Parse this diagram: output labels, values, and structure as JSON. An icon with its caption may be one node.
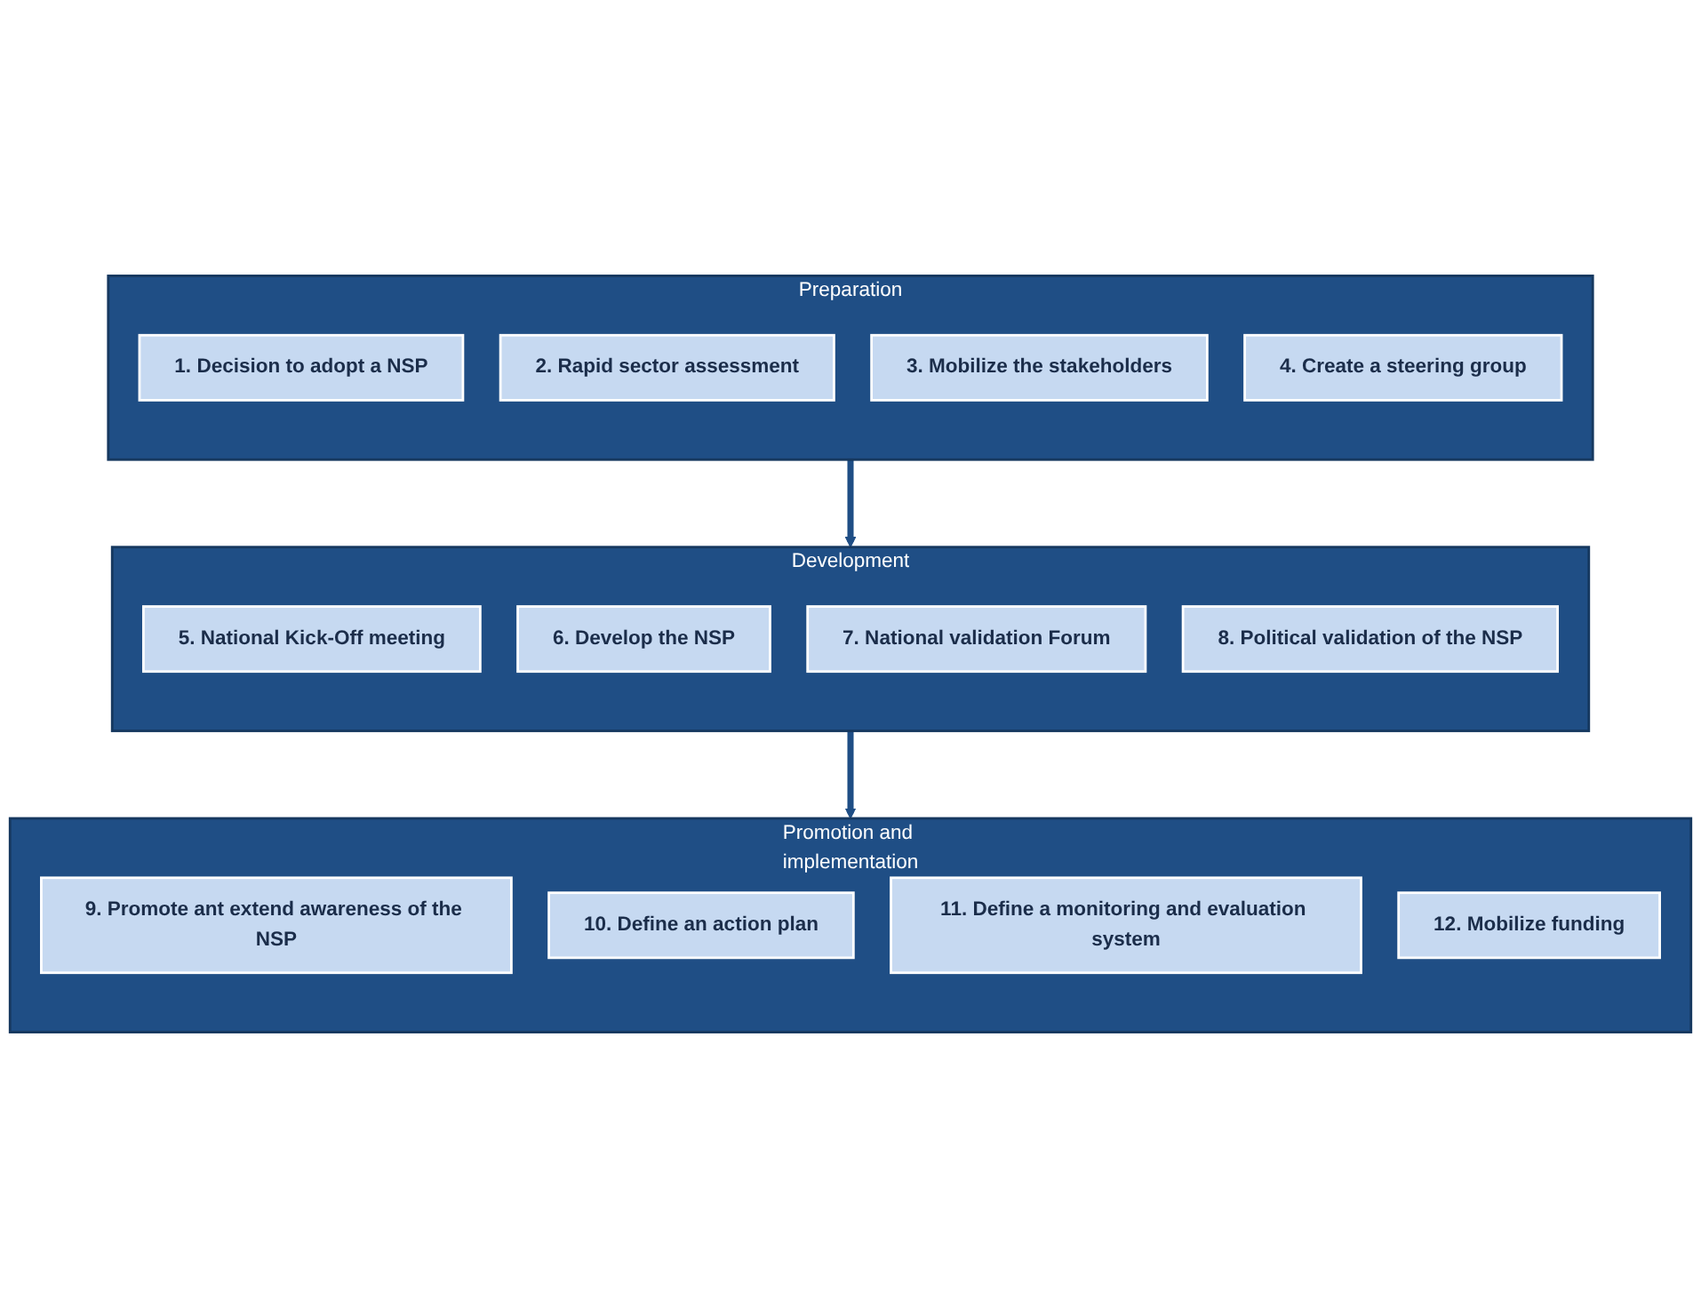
{
  "diagram": {
    "nodes": [
      {
        "text": [
          "Preparation"
        ]
      },
      {
        "text": [
          "1. Decision to adopt a NSP"
        ],
        "in": 0
      },
      {
        "text": [
          "2. Rapid sector assessment"
        ],
        "in": 0
      },
      {
        "text": [
          "3. Mobilize the stakeholders"
        ],
        "in": 0
      },
      {
        "text": [
          "4. Create a steering group"
        ],
        "in": 0
      },
      {
        "text": [
          "Development"
        ]
      },
      {
        "text": [
          "5. National Kick-Off meeting"
        ],
        "in": 5
      },
      {
        "text": [
          "6. Develop the NSP"
        ],
        "in": 5
      },
      {
        "text": [
          "7. National validation Forum"
        ],
        "in": 5
      },
      {
        "text": [
          "8. Political validation of the NSP"
        ],
        "in": 5
      },
      {
        "text": [
          "Promotion and implementation"
        ]
      },
      {
        "text": [
          "9. Promote ant extend awareness of the NSP"
        ],
        "in": 10
      },
      {
        "text": [
          "10. Define an action plan"
        ],
        "in": 10
      },
      {
        "text": [
          "11. Define a monitoring and evaluation system"
        ],
        "in": 10
      },
      {
        "text": [
          "12. Mobilize funding"
        ],
        "in": 10
      }
    ],
    "edges": [
      {
        "from": 0,
        "to": 5,
        "arrow": "to"
      },
      {
        "from": 5,
        "to": 10,
        "arrow": "to"
      }
    ]
  }
}
